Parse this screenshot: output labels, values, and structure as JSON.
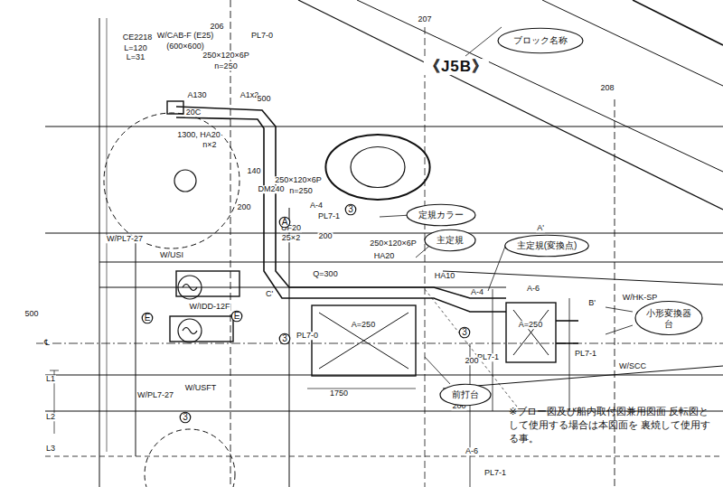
{
  "diagram": {
    "nodes": [
      {
        "text": [
          "ブロック名称"
        ]
      },
      {
        "text": [
          "定規カラー"
        ]
      },
      {
        "text": [
          "主定規"
        ]
      },
      {
        "text": [
          "主定規(変換点)"
        ]
      },
      {
        "text": [
          "小形変換器台"
        ]
      },
      {
        "text": [
          "前打台"
        ]
      },
      {
        "text": [
          "A"
        ]
      },
      {
        "text": [
          "E"
        ]
      },
      {
        "text": [
          "E"
        ]
      },
      {
        "text": [
          "3"
        ]
      },
      {
        "text": [
          "3"
        ]
      },
      {
        "text": [
          "3"
        ]
      },
      {
        "text": [
          "3"
        ]
      }
    ],
    "labels": [
      "206",
      "207",
      "208",
      "《J5B》",
      "CE2218",
      "L=120",
      "L=31",
      "(600×600)",
      "W/CAB-F (E25)",
      "250×120×6P",
      "n=250",
      "PL7-0",
      "A130",
      "A1x2",
      "20C",
      "500",
      "1300, HA20",
      "n×2",
      "140",
      "DM240",
      "250×120×6P",
      "n=250",
      "A-4",
      "PL7-1",
      "UF20",
      "25×2",
      "200",
      "250×120×6P",
      "HA20",
      "Q=300",
      "HA10",
      "A-6",
      "A-4",
      "W/USI",
      "W/IDD-12F",
      "W/PL7-27",
      "W/PL7-27",
      "W/USFT",
      "1750",
      "A=250",
      "A=250",
      "L1",
      "L2",
      "L3",
      "℄",
      "PL7-0",
      "PL7-1",
      "PL7-1",
      "A'",
      "B'",
      "C'",
      "W/SCC",
      "W/HK-SP",
      "200",
      "200",
      "A-6",
      "PL7-1",
      "※ブロー図及び船内取付図兼用図面 反転図として使用する場合は本図面を 裏焼して使用する事。",
      "500",
      "200"
    ]
  }
}
